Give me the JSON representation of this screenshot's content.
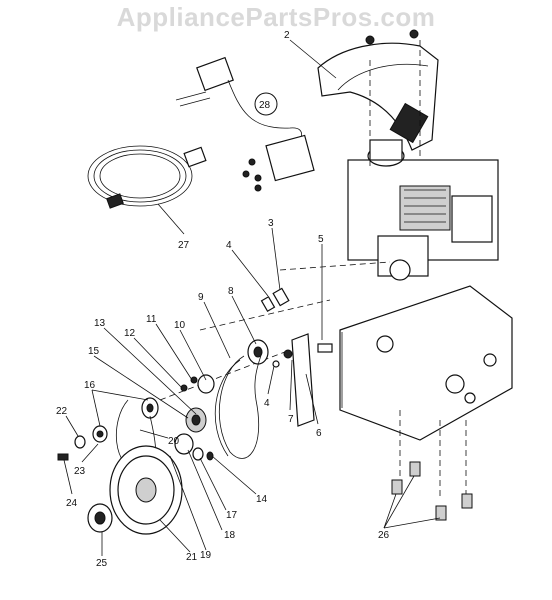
{
  "watermark": "AppliancePartsPros.com",
  "callouts": [
    {
      "id": "2",
      "label": "2"
    },
    {
      "id": "28",
      "label": "28"
    },
    {
      "id": "27",
      "label": "27"
    },
    {
      "id": "3",
      "label": "3"
    },
    {
      "id": "4a",
      "label": "4"
    },
    {
      "id": "5",
      "label": "5"
    },
    {
      "id": "8",
      "label": "8"
    },
    {
      "id": "9",
      "label": "9"
    },
    {
      "id": "10",
      "label": "10"
    },
    {
      "id": "11",
      "label": "11"
    },
    {
      "id": "12",
      "label": "12"
    },
    {
      "id": "13",
      "label": "13"
    },
    {
      "id": "15",
      "label": "15"
    },
    {
      "id": "16",
      "label": "16"
    },
    {
      "id": "22",
      "label": "22"
    },
    {
      "id": "23",
      "label": "23"
    },
    {
      "id": "24",
      "label": "24"
    },
    {
      "id": "20",
      "label": "20"
    },
    {
      "id": "4b",
      "label": "4"
    },
    {
      "id": "7",
      "label": "7"
    },
    {
      "id": "6",
      "label": "6"
    },
    {
      "id": "14",
      "label": "14"
    },
    {
      "id": "17",
      "label": "17"
    },
    {
      "id": "18",
      "label": "18"
    },
    {
      "id": "19",
      "label": "19"
    },
    {
      "id": "21",
      "label": "21"
    },
    {
      "id": "25",
      "label": "25"
    },
    {
      "id": "26",
      "label": "26"
    }
  ]
}
